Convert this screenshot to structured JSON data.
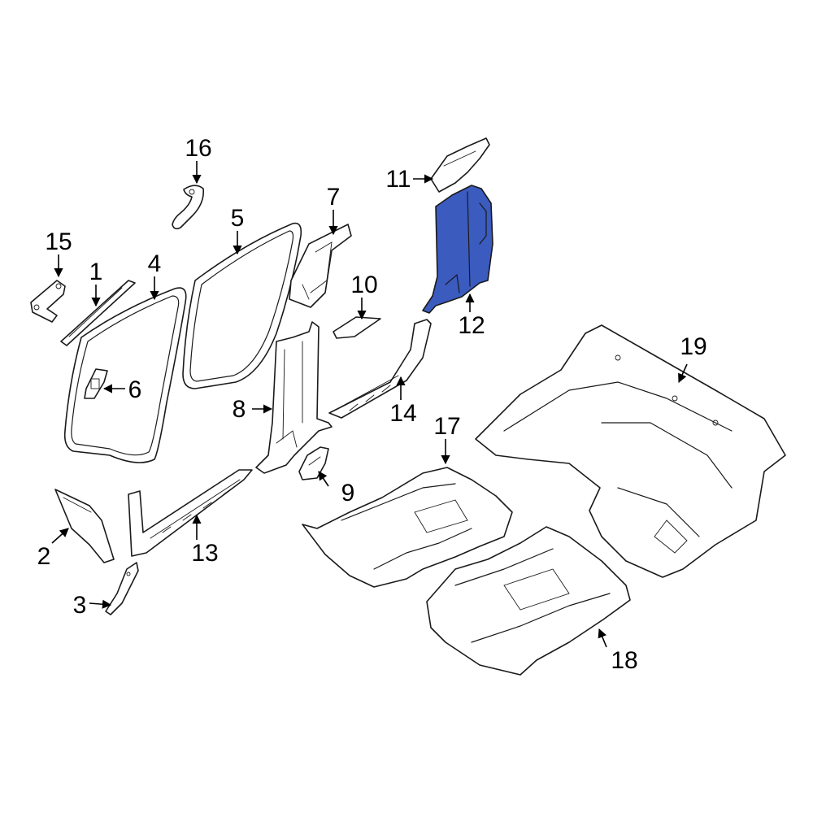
{
  "colors": {
    "highlight": "#3b5bbf",
    "line": "#1a1a1a",
    "background": "#ffffff"
  },
  "callouts": {
    "c1": "1",
    "c2": "2",
    "c3": "3",
    "c4": "4",
    "c5": "5",
    "c6": "6",
    "c7": "7",
    "c8": "8",
    "c9": "9",
    "c10": "10",
    "c11": "11",
    "c12": "12",
    "c13": "13",
    "c14": "14",
    "c15": "15",
    "c16": "16",
    "c17": "17",
    "c18": "18",
    "c19": "19"
  },
  "highlighted_part": "12"
}
